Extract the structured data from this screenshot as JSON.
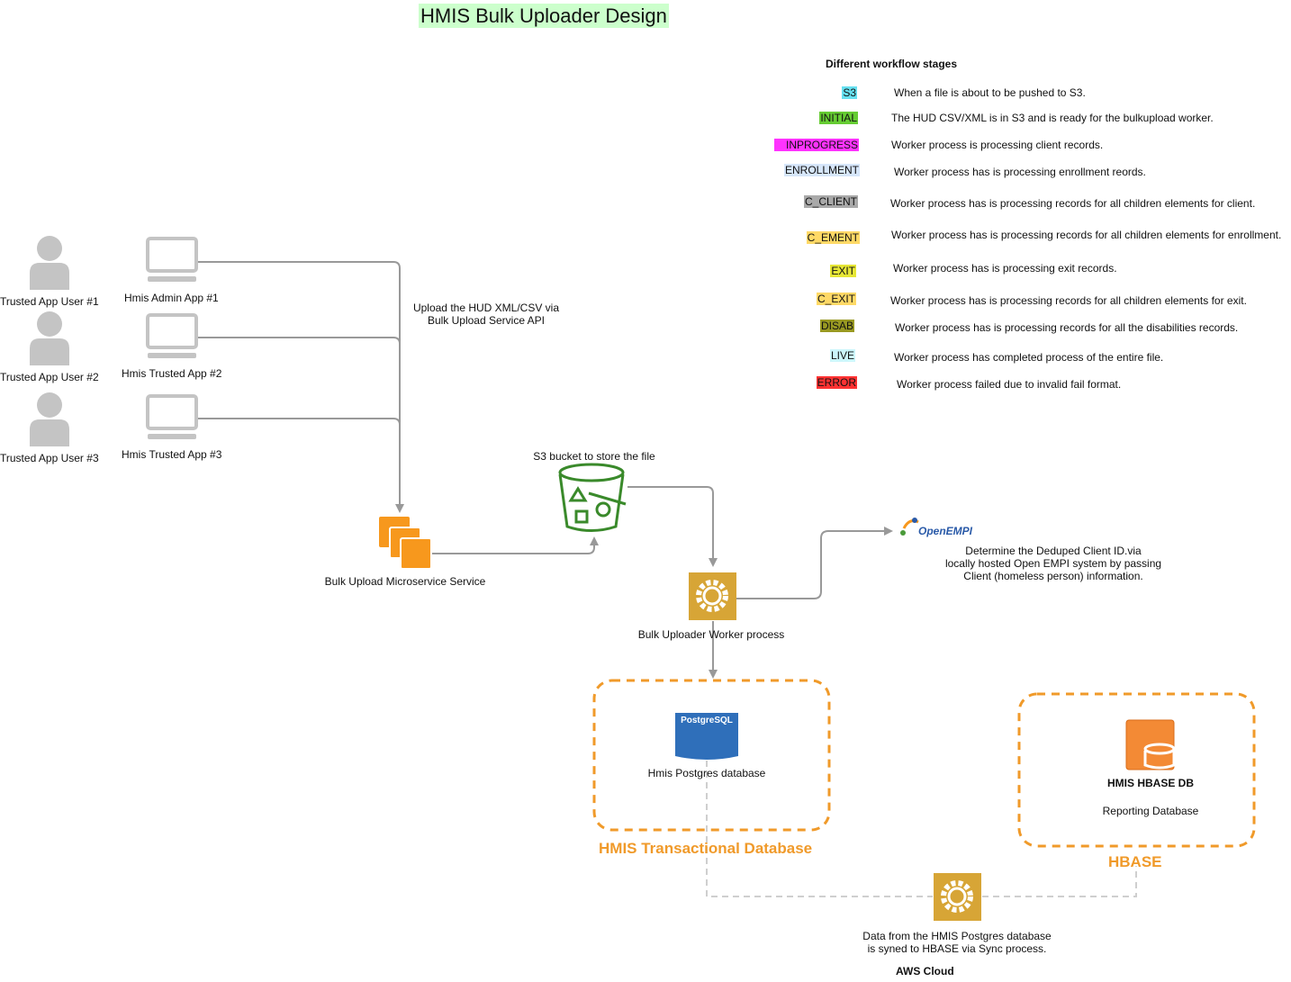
{
  "title": "HMIS Bulk Uploader Design",
  "users": [
    {
      "label": "Trusted App User #1"
    },
    {
      "label": "Trusted App User #2"
    },
    {
      "label": "Trusted App User #3"
    }
  ],
  "apps": [
    {
      "label": "Hmis Admin App #1"
    },
    {
      "label": "Hmis Trusted App #2"
    },
    {
      "label": "Hmis Trusted App #3"
    }
  ],
  "upload_note": [
    "Upload the HUD XML/CSV via",
    "Bulk Upload Service API"
  ],
  "microservice_label": "Bulk Upload Microservice Service",
  "s3_label": "S3 bucket to store the file",
  "worker_label": "Bulk Uploader Worker process",
  "openempi": {
    "logo_text": "OpenEMPI",
    "note": [
      "Determine the Deduped Client ID.via",
      "locally hosted Open EMPI system by passing",
      "Client (homeless person) information."
    ]
  },
  "transactional": {
    "group_title": "HMIS Transactional Database",
    "db_logo": "PostgreSQL",
    "db_label": "Hmis Postgres database"
  },
  "hbase": {
    "group_title": "HBASE",
    "db_title": "HMIS HBASE DB",
    "db_subtitle": "Reporting Database"
  },
  "sync_note": [
    "Data from the HMIS Postgres database",
    "is syned to HBASE via Sync process."
  ],
  "footer": "AWS Cloud",
  "legend": {
    "heading": "Different  workflow stages",
    "stages": [
      {
        "tag": "S3",
        "color": "#66e0f0",
        "description": "When a file is about to be pushed to S3."
      },
      {
        "tag": "INITIAL",
        "color": "#66cc33",
        "description": "The HUD CSV/XML is in S3 and is ready for the bulkupload worker."
      },
      {
        "tag": "INPROGRESS",
        "color": "#ff33ff",
        "description": "Worker process  is processing client records."
      },
      {
        "tag": "ENROLLMENT",
        "color": "#d6e6fa",
        "description": "Worker process has is processing enrollment reords."
      },
      {
        "tag": "C_CLIENT",
        "color": "#a9a9a9",
        "description": "Worker process has is processing records for all children elements for client."
      },
      {
        "tag": "C_EMENT",
        "color": "#ffd966",
        "description": "Worker process has is processing records for all children elements for enrollment."
      },
      {
        "tag": "EXIT",
        "color": "#e6e635",
        "description": "Worker process has is processing exit records."
      },
      {
        "tag": "C_EXIT",
        "color": "#ffd966",
        "description": "Worker process has is processing records for all children elements for exit."
      },
      {
        "tag": "DISAB",
        "color": "#999922",
        "description": "Worker process has is processing records for all the disabilities records."
      },
      {
        "tag": "LIVE",
        "color": "#ccf6fb",
        "description": "Worker process has  completed process of the entire file."
      },
      {
        "tag": "ERROR",
        "color": "#ff3333",
        "description": "Worker process failed due to invalid fail format."
      }
    ]
  }
}
